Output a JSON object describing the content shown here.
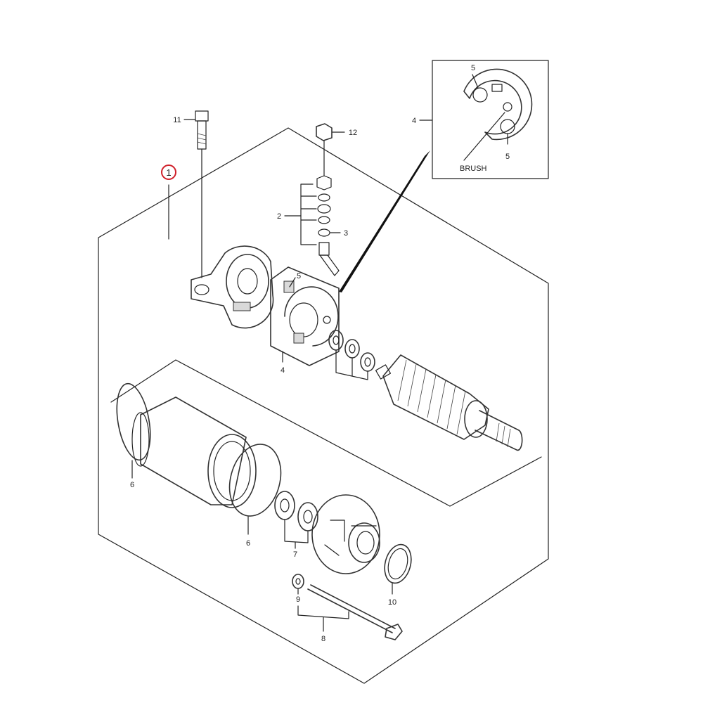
{
  "diagram": {
    "callouts": {
      "assembly": "1",
      "c2": "2",
      "c3": "3",
      "c4_inset": "4",
      "c4_main": "4",
      "c5_top": "5",
      "c5_bottom": "5",
      "c5_main": "5",
      "c6_left": "6",
      "c6_right": "6",
      "c7": "7",
      "c8": "8",
      "c9": "9",
      "c10": "10",
      "c11": "11",
      "c12": "12"
    },
    "inset_label": "BRUSH",
    "highlight_color": "#d0202a"
  }
}
